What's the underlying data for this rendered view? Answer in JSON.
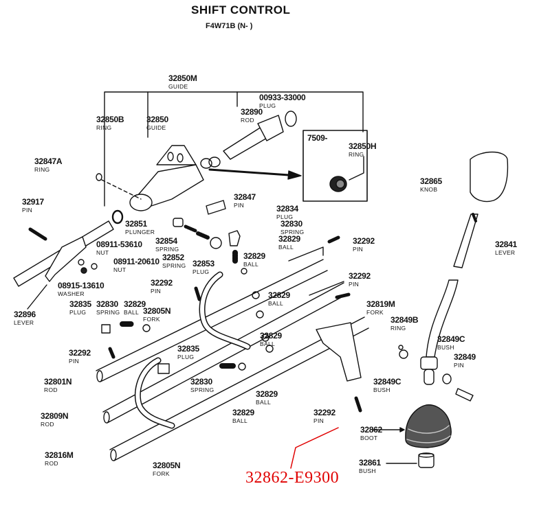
{
  "title": "SHIFT CONTROL",
  "subtitle": "F4W71B (N-        )",
  "inset_label": "7509-",
  "callout_part_number": "32862-E9300",
  "callout_color": "#e00000",
  "parts": [
    {
      "number": "32850M",
      "name": "GUIDE"
    },
    {
      "number": "00933-33000",
      "name": "PLUG"
    },
    {
      "number": "32890",
      "name": "ROD"
    },
    {
      "number": "32850B",
      "name": "RING"
    },
    {
      "number": "32850",
      "name": "GUIDE"
    },
    {
      "number": "32850H",
      "name": "RING"
    },
    {
      "number": "32847A",
      "name": "RING"
    },
    {
      "number": "32865",
      "name": "KNOB"
    },
    {
      "number": "32917",
      "name": "PIN"
    },
    {
      "number": "32847",
      "name": "PIN"
    },
    {
      "number": "32834",
      "name": "PLUG"
    },
    {
      "number": "32851",
      "name": "PLUNGER"
    },
    {
      "number": "32830",
      "name": "SPRING"
    },
    {
      "number": "32854",
      "name": "SPRING"
    },
    {
      "number": "32829",
      "name": "BALL"
    },
    {
      "number": "08911-53610",
      "name": "NUT"
    },
    {
      "number": "32841",
      "name": "LEVER"
    },
    {
      "number": "32292",
      "name": "PIN"
    },
    {
      "number": "32852",
      "name": "SPRING"
    },
    {
      "number": "32853",
      "name": "PLUG"
    },
    {
      "number": "32829",
      "name": "BALL"
    },
    {
      "number": "08911-20610",
      "name": "NUT"
    },
    {
      "number": "08915-13610",
      "name": "WASHER"
    },
    {
      "number": "32292",
      "name": "PIN"
    },
    {
      "number": "32292",
      "name": "PIN"
    },
    {
      "number": "32829",
      "name": "BALL"
    },
    {
      "number": "32819M",
      "name": "FORK"
    },
    {
      "number": "32896",
      "name": "LEVER"
    },
    {
      "number": "32835",
      "name": "PLUG"
    },
    {
      "number": "32830",
      "name": "SPRING"
    },
    {
      "number": "32829",
      "name": "BALL"
    },
    {
      "number": "32805N",
      "name": "FORK"
    },
    {
      "number": "32829",
      "name": "BALL"
    },
    {
      "number": "32849B",
      "name": "RING"
    },
    {
      "number": "32849C",
      "name": "BUSH"
    },
    {
      "number": "32849",
      "name": "PIN"
    },
    {
      "number": "32292",
      "name": "PIN"
    },
    {
      "number": "32835",
      "name": "PLUG"
    },
    {
      "number": "32849C",
      "name": "BUSH"
    },
    {
      "number": "32801N",
      "name": "ROD"
    },
    {
      "number": "32830",
      "name": "SPRING"
    },
    {
      "number": "32829",
      "name": "BALL"
    },
    {
      "number": "32809N",
      "name": "ROD"
    },
    {
      "number": "32829",
      "name": "BALL"
    },
    {
      "number": "32292",
      "name": "PIN"
    },
    {
      "number": "32862",
      "name": "BOOT"
    },
    {
      "number": "32816M",
      "name": "ROD"
    },
    {
      "number": "32805N",
      "name": "FORK"
    },
    {
      "number": "32861",
      "name": "BUSH"
    }
  ]
}
